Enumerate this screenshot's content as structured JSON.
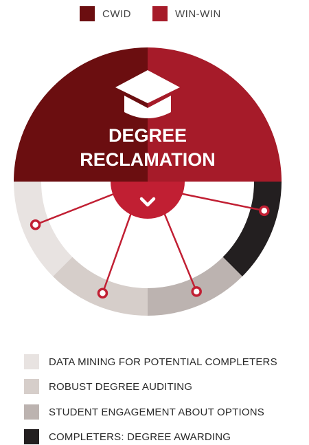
{
  "legend_top": [
    {
      "label": "CWID",
      "color": "#6b0e10"
    },
    {
      "label": "WIN-WIN",
      "color": "#a61b29"
    }
  ],
  "center_title": {
    "line1": "DEGREE",
    "line2": "RECLAMATION"
  },
  "icons": {
    "cap": "graduation-cap-icon",
    "chevron": "chevron-down-icon"
  },
  "ring_segments": [
    {
      "label": "DATA MINING FOR POTENTIAL COMPLETERS",
      "color": "#e8e3e1"
    },
    {
      "label": "ROBUST DEGREE AUDITING",
      "color": "#d6ceca"
    },
    {
      "label": "STUDENT ENGAGEMENT ABOUT OPTIONS",
      "color": "#bcb3b0"
    },
    {
      "label": "COMPLETERS: DEGREE AWARDING",
      "color": "#231f20"
    }
  ],
  "colors": {
    "hub": "#c11f33",
    "line": "#c11f33",
    "dot_fill": "#ffffff"
  }
}
